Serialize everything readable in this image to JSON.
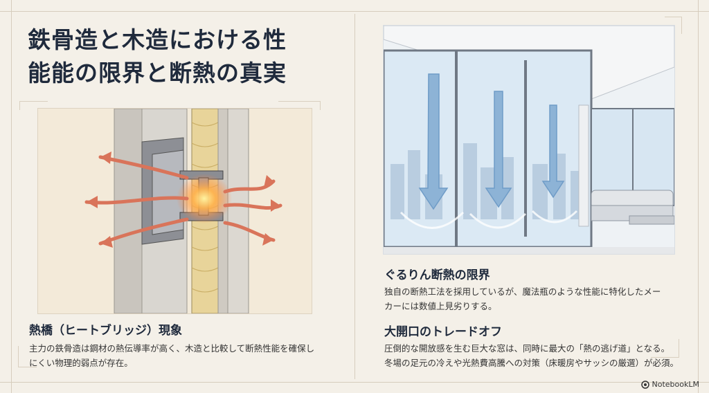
{
  "title": {
    "line1": "鉄骨造と木造における性",
    "line2": "能能の限界と断熱の真実"
  },
  "left": {
    "heading": "熱橋（ヒートブリッジ）現象",
    "text1": "主力の鉄骨造は鋼材の熱伝導率が高く、木造と比較して断熱性能を確保し",
    "text2": "にくい物理的弱点が存在。"
  },
  "right": {
    "heading1": "ぐるりん断熱の限界",
    "text1a": "独自の断熱工法を採用しているが、魔法瓶のような性能に特化したメー",
    "text1b": "カーには数値上見劣りする。",
    "heading2": "大開口のトレードオフ",
    "text2a": "圧倒的な開放感を生む巨大な窓は、同時に最大の「熱の逃げ道」となる。",
    "text2b": "冬場の足元の冷えや光熱費高騰への対策（床暖房やサッシの厳選）が必須。"
  },
  "badge": {
    "label": "NotebookLM",
    "icon": "notebooklm-logo-icon"
  },
  "colors": {
    "arrow": "#d9745a",
    "title": "#1f2a3c",
    "cold": "#6f9cc7"
  }
}
